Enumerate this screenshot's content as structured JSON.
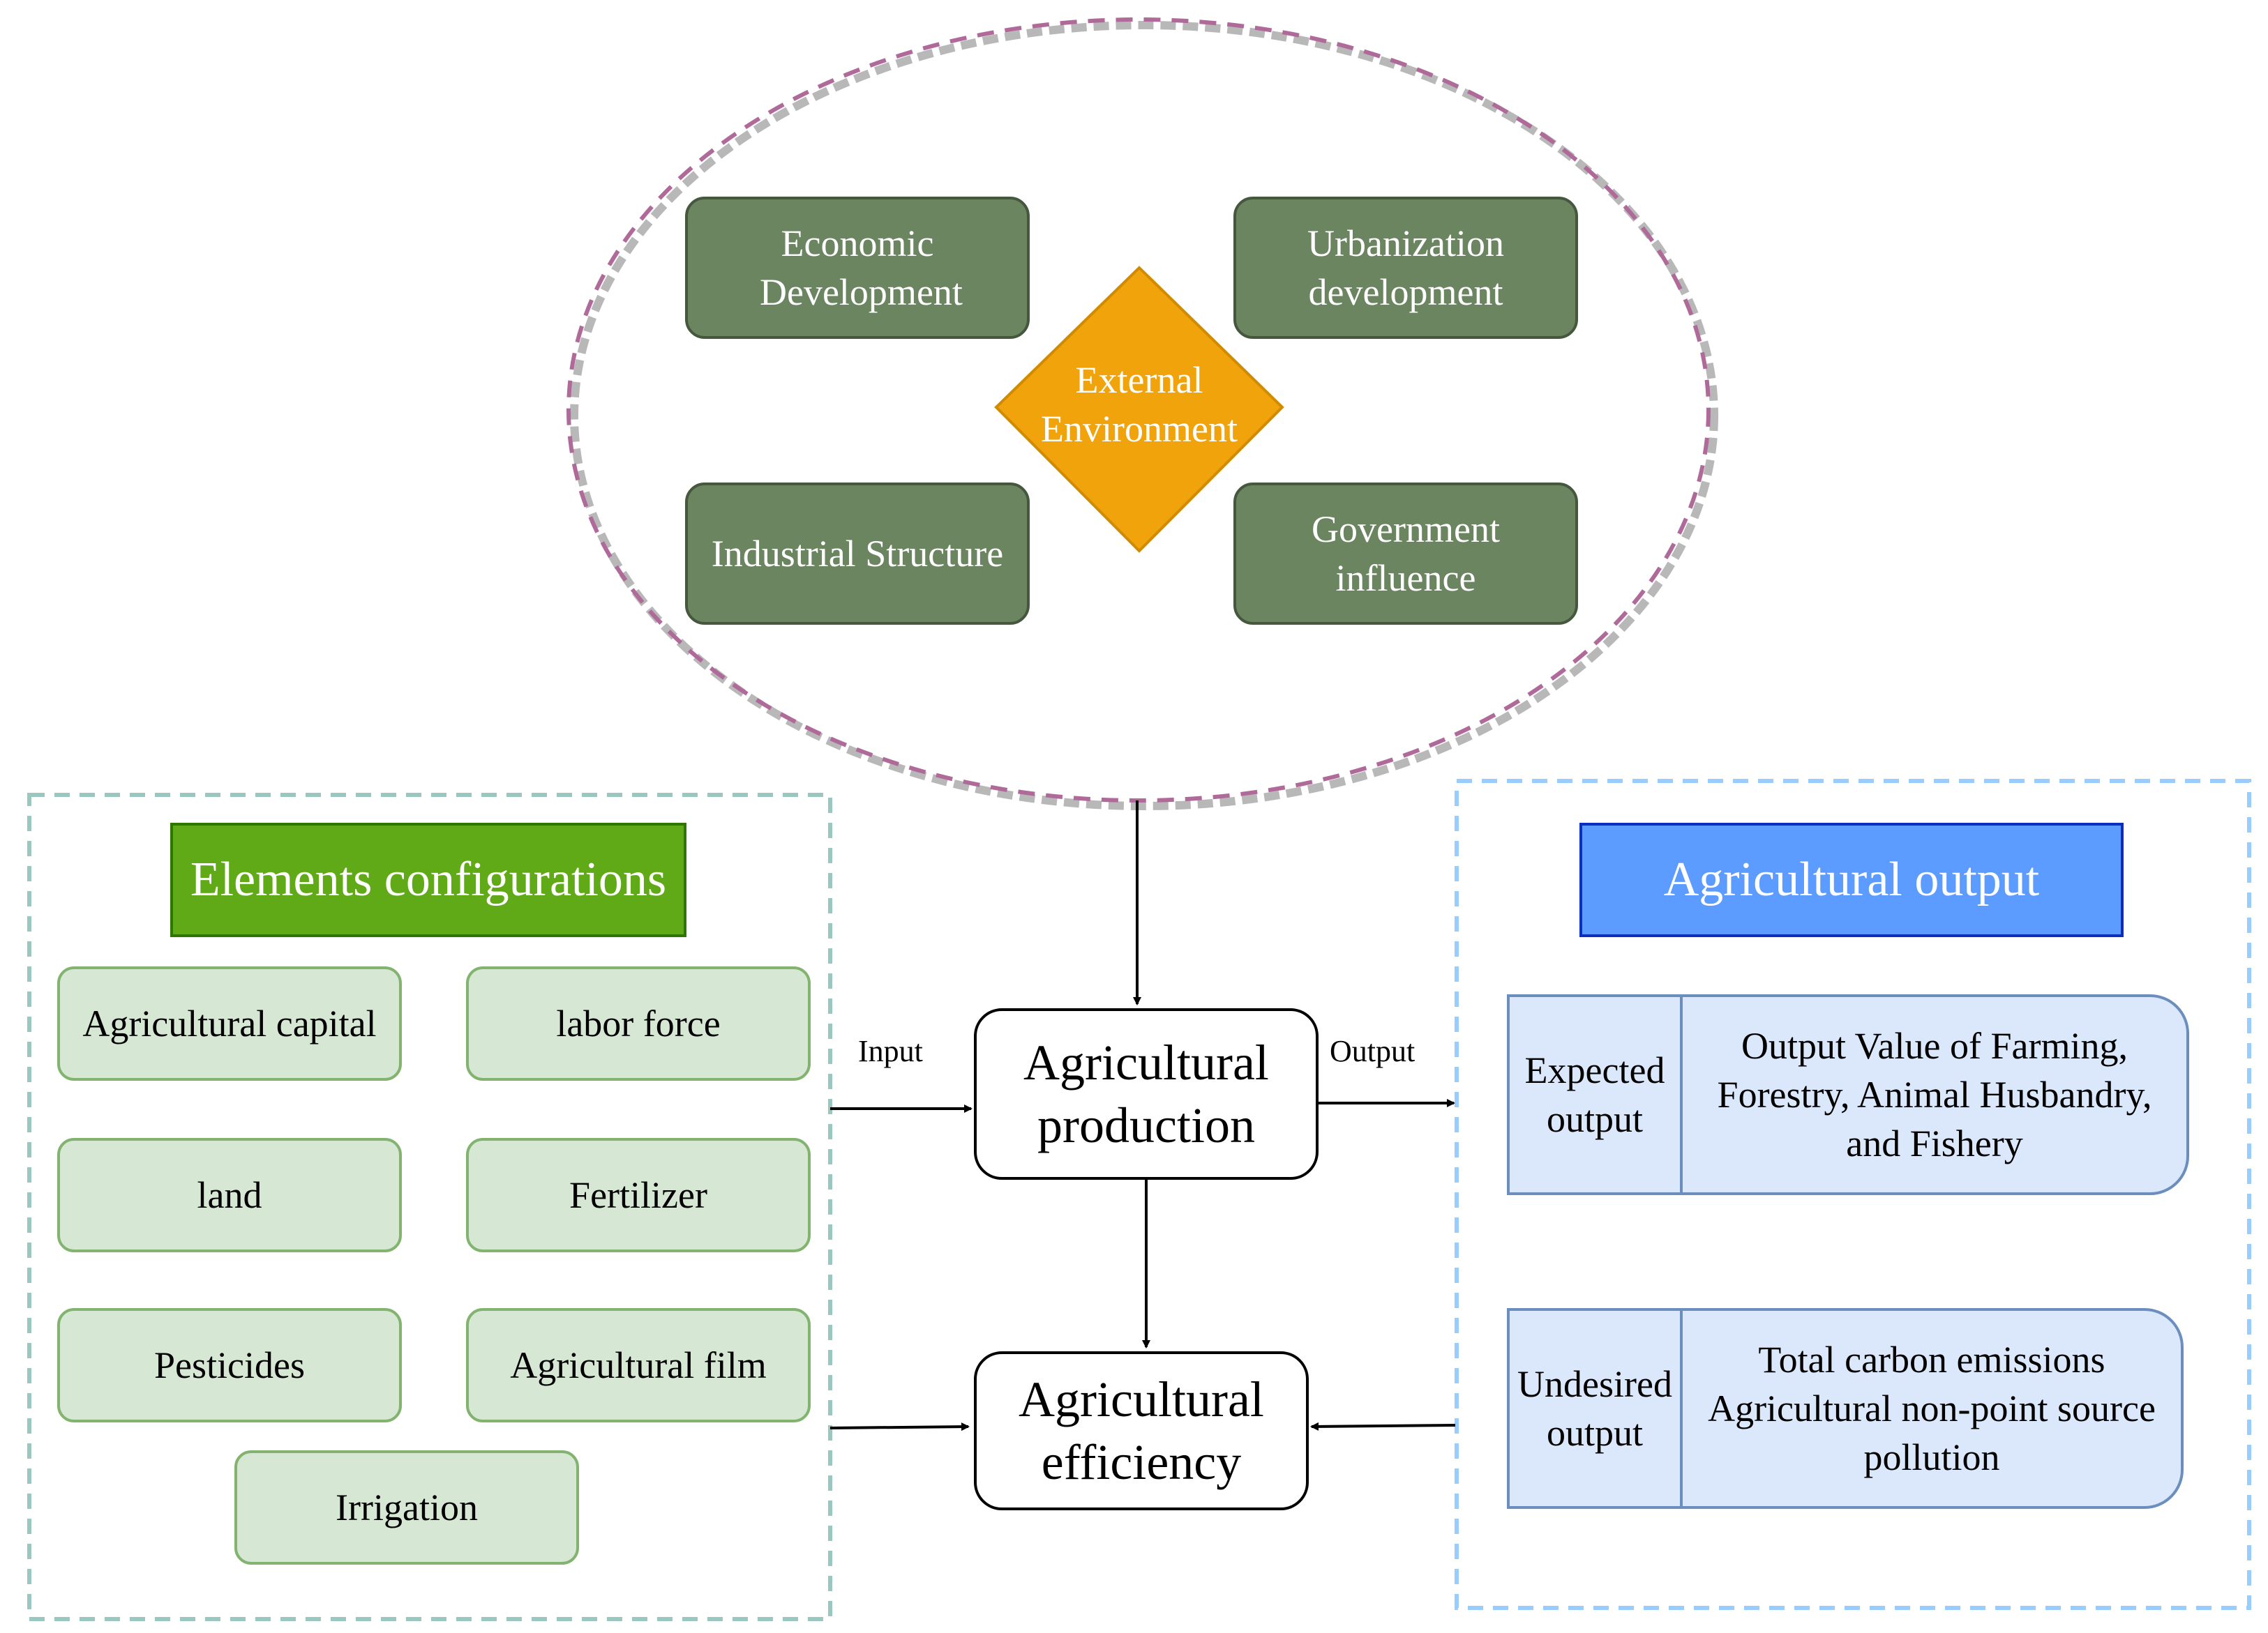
{
  "external": {
    "center": "External Environment",
    "factors": [
      "Economic Development",
      "Urbanization development",
      "Industrial Structure",
      "Government influence"
    ]
  },
  "elements": {
    "title": "Elements configurations",
    "items": [
      "Agricultural capital",
      "labor force",
      "land",
      "Fertilizer",
      "Pesticides",
      "Agricultural film",
      "Irrigation"
    ]
  },
  "output": {
    "title": "Agricultural output",
    "expected": {
      "label": "Expected output",
      "text": "Output Value of Farming, Forestry, Animal Husbandry, and Fishery"
    },
    "undesired": {
      "label": "Undesired output",
      "text": "Total carbon emissions Agricultural non-point source pollution"
    }
  },
  "center": {
    "production": "Agricultural production",
    "efficiency": "Agricultural efficiency"
  },
  "arrows": {
    "input": "Input",
    "output": "Output"
  },
  "colors": {
    "ellipse_dash": "#b06a9a",
    "factor_fill": "#6b8560",
    "diamond_fill": "#f0a30a",
    "elements_title_fill": "#60a917",
    "output_title_fill": "#5c9bff",
    "item_fill": "#d6e8d4",
    "output_item_fill": "#dbe8fb",
    "left_frame_dash": "#9ac7bf",
    "right_frame_dash": "#99ccff"
  }
}
